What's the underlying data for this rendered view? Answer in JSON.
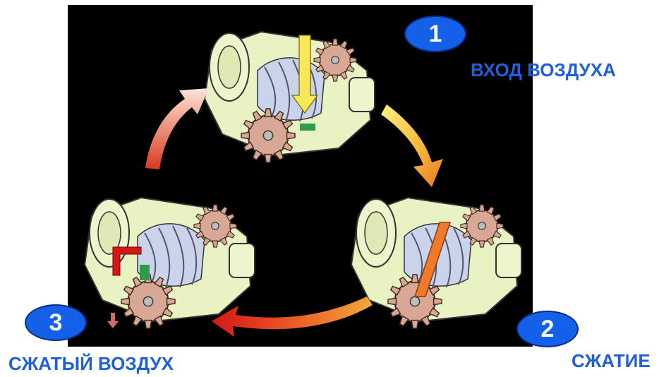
{
  "steps": [
    {
      "number": "1",
      "label": "ВХОД ВОЗДУХА"
    },
    {
      "number": "2",
      "label": "СЖАТИЕ"
    },
    {
      "number": "3",
      "label": "СЖАТЫЙ ВОЗДУХ"
    }
  ],
  "colors": {
    "background_panel": "#000000",
    "badge_fill": "#1560e8",
    "label_text": "#1f5fd9",
    "compressor_body": "#e8f2c2",
    "gear_rotor": "#d9a796",
    "screw_rotor": "#c9d3ec",
    "arrow_inlet": "#f7e85a",
    "arrow_compressed": "#d42a1a"
  },
  "icons": [
    "compressor-illustration",
    "cycle-arrow",
    "airflow-arrow",
    "gate-rotor-gear"
  ]
}
